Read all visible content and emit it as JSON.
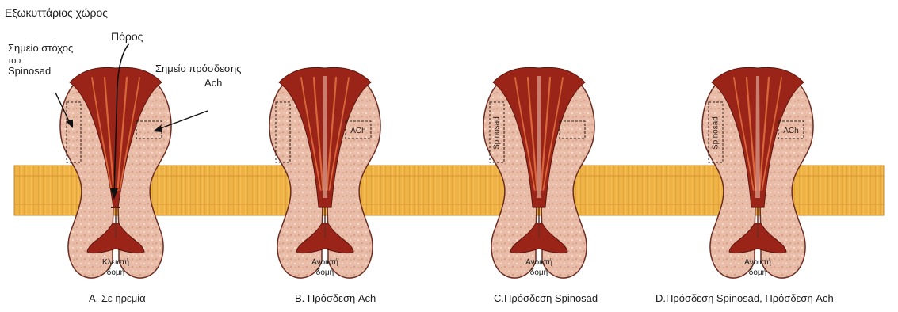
{
  "labels": {
    "extracellular": "Εξωκυττάριος χώρος",
    "pore": "Πόρος",
    "spinosad_target_line1": "Σημείο στόχος",
    "spinosad_target_line2": "του",
    "spinosad_target_line3": "Spinosad",
    "ach_site_line1": "Σημείο πρόσδεσης",
    "ach_site_line2": "Ach"
  },
  "channels": [
    {
      "state_line1": "Κλειστή",
      "state_line2": "δομή",
      "caption": "A. Σε ηρεμία",
      "left_box": "",
      "right_box": ""
    },
    {
      "state_line1": "Ανοικτή",
      "state_line2": "δομή",
      "caption": "B. Πρόσδεση Ach",
      "left_box": "",
      "right_box": "ACh"
    },
    {
      "state_line1": "Ανοικτή",
      "state_line2": "δομή",
      "caption": "C.Πρόσδεση Spinosad",
      "left_box": "Spinosad",
      "right_box": ""
    },
    {
      "state_line1": "Ανοικτή",
      "state_line2": "δομή",
      "caption": "D.Πρόσδεση Spinosad, Πρόσδεση Ach",
      "left_box": "Spinosad",
      "right_box": "ACh"
    }
  ],
  "colors": {
    "membrane": "#efb245",
    "membrane_edge": "#c98a28",
    "protein_fill": "#e8b9a6",
    "protein_edge": "#6b2d22",
    "core": "#9b2418",
    "core_stripe": "#d9673a"
  }
}
